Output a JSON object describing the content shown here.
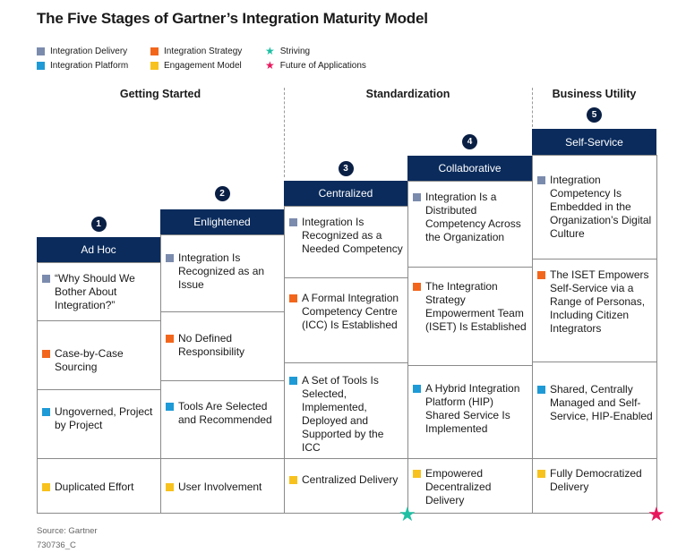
{
  "title": "The Five Stages of Gartner’s Integration Maturity Model",
  "colors": {
    "integration_delivery": "#7b8bad",
    "integration_strategy": "#f2661c",
    "integration_platform": "#1e9ad6",
    "engagement_model": "#f7c21d",
    "striving": "#1fbfa4",
    "future": "#e8175d",
    "header": "#0a2b5c"
  },
  "legend": [
    {
      "label": "Integration Delivery",
      "kind": "square",
      "color": "#7b8bad"
    },
    {
      "label": "Integration Strategy",
      "kind": "square",
      "color": "#f2661c"
    },
    {
      "label": "Striving",
      "kind": "star",
      "color": "#1fbfa4"
    },
    {
      "label": "Integration Platform",
      "kind": "square",
      "color": "#1e9ad6"
    },
    {
      "label": "Engagement Model",
      "kind": "square",
      "color": "#f7c21d"
    },
    {
      "label": "Future of Applications",
      "kind": "star",
      "color": "#e8175d"
    }
  ],
  "phases": [
    "Getting Started",
    "Standardization",
    "Business Utility"
  ],
  "stages": [
    {
      "number": "1",
      "name": "Ad Hoc",
      "cells": [
        "“Why Should We Bother About Integration?”",
        "Case-by-Case Sourcing",
        "Ungoverned, Project by Project",
        "Duplicated Effort"
      ]
    },
    {
      "number": "2",
      "name": "Enlightened",
      "cells": [
        "Integration Is Recognized as an Issue",
        "No Defined Responsibility",
        "Tools Are Selected and Recommended",
        "User Involvement"
      ]
    },
    {
      "number": "3",
      "name": "Centralized",
      "cells": [
        "Integration Is Recognized as a Needed Competency",
        "A Formal Integration Competency Centre (ICC) Is Established",
        "A Set of Tools Is Selected, Implemented, Deployed and Supported by the ICC",
        "Centralized Delivery"
      ]
    },
    {
      "number": "4",
      "name": "Collaborative",
      "cells": [
        "Integration Is a Distributed Competency Across the Organization",
        "The Integration Strategy Empowerment Team (ISET) Is Established",
        "A Hybrid Integration Platform (HIP) Shared Service Is Implemented",
        "Empowered Decentralized Delivery"
      ]
    },
    {
      "number": "5",
      "name": "Self-Service",
      "cells": [
        "Integration Competency Is Embedded in the Organization’s Digital Culture",
        "The ISET Empowers Self-Service via a Range of Personas, Including Citizen Integrators",
        "Shared, Centrally Managed and Self-Service, HIP-Enabled",
        "Fully Democratized Delivery"
      ]
    }
  ],
  "footer": {
    "source": "Source: Gartner",
    "code": "730736_C"
  }
}
